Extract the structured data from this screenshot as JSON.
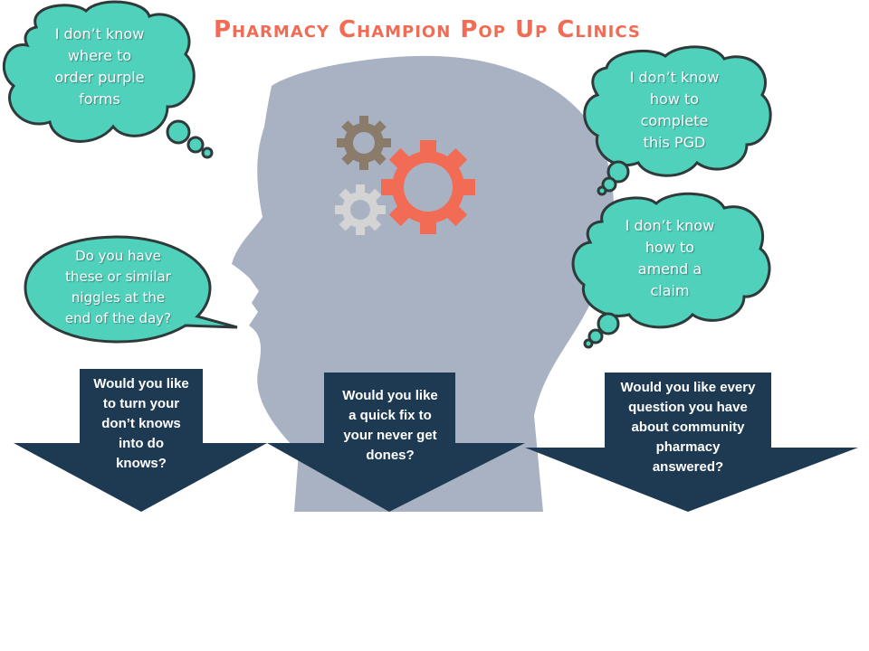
{
  "title": "Pharmacy Champion Pop Up Clinics",
  "colors": {
    "title": "#f26b55",
    "head": "#a8b2c2",
    "bubble_fill": "#4fd1bc",
    "bubble_stroke": "#2f3b3a",
    "arrow_fill": "#1e3a52",
    "gear_brown": "#8b7b6b",
    "gear_orange": "#f26b55",
    "gear_light": "#cfcfcf"
  },
  "bubbles": {
    "purple_forms": [
      "I don’t know",
      "where to",
      "order purple",
      "forms"
    ],
    "pgd": [
      "I don’t know",
      "how to",
      "complete",
      "this PGD"
    ],
    "claim": [
      "I don’t know",
      "how to",
      "amend a",
      "claim"
    ],
    "niggles": [
      "Do you have",
      "these or similar",
      "niggles at the",
      "end of the day?"
    ]
  },
  "arrows": {
    "dont_knows": [
      "Would you like",
      "to turn your",
      "don’t knows",
      "into do",
      "knows?"
    ],
    "quick_fix": [
      "Would you like",
      "a quick fix to",
      "your never get",
      "dones?"
    ],
    "every_question": [
      "Would you like every",
      "question you have",
      "about community",
      "pharmacy",
      "answered?"
    ]
  }
}
